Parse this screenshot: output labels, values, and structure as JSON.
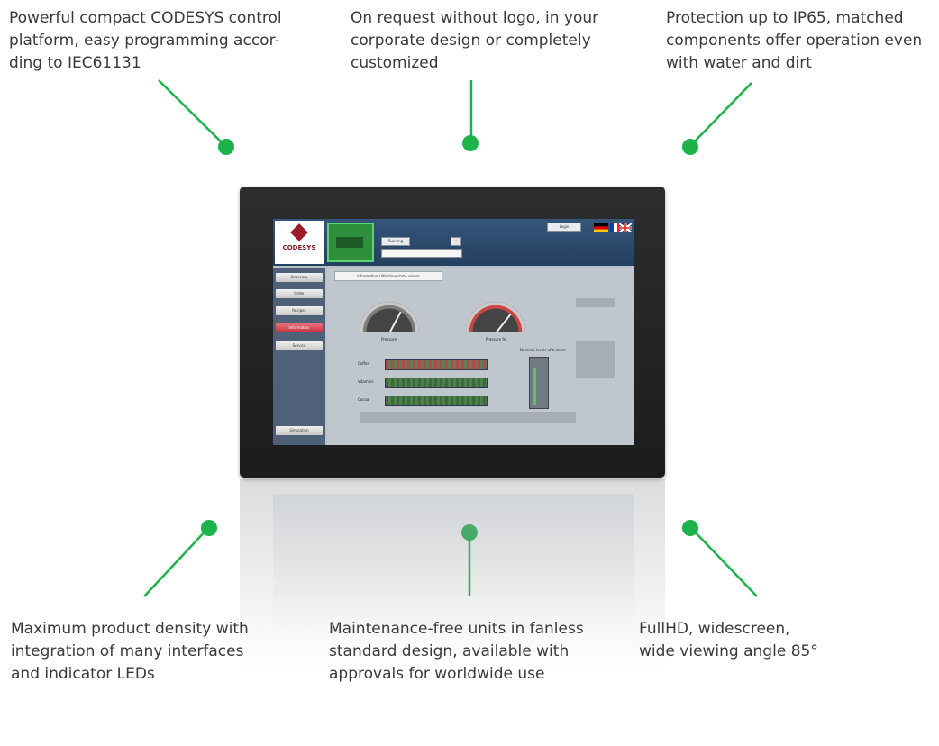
{
  "callouts": {
    "top_left": "Powerful compact CODESYS control\nplatform, easy programming accor-\nding to IEC61131",
    "top_center": "On request without logo, in your\ncorporate design or completely\ncustomized",
    "top_right": "Protection up to IP65, matched\ncomponents offer operation even\nwith water and dirt",
    "bottom_left": "Maximum product density with\nintegration of many interfaces\nand indicator LEDs",
    "bottom_center": "Maintenance-free units in fanless\nstandard design, available with\napprovals for worldwide use",
    "bottom_right": "FullHD, widescreen,\nwide viewing angle 85°"
  },
  "colors": {
    "accent": "#1db34a",
    "device_frame": "#222426",
    "hmi_header": "#2b4a6c",
    "hmi_active": "#c7313f"
  },
  "hmi": {
    "logo": "CODESYS",
    "sidebar_items": [
      "Overview",
      "Order",
      "Recipes",
      "Information",
      "Service"
    ],
    "sidebar_bottom": "Simulation",
    "info_tab": "Information / Machine state values",
    "gauge_left_label": "Pressure",
    "gauge_right_label": "Pressure %",
    "tank_label": "Nominal levels of a mixer",
    "scale_labels": [
      "Coffee",
      "Vitamins",
      "Cocoa"
    ],
    "login_button": "Login",
    "running_button": "Running"
  }
}
